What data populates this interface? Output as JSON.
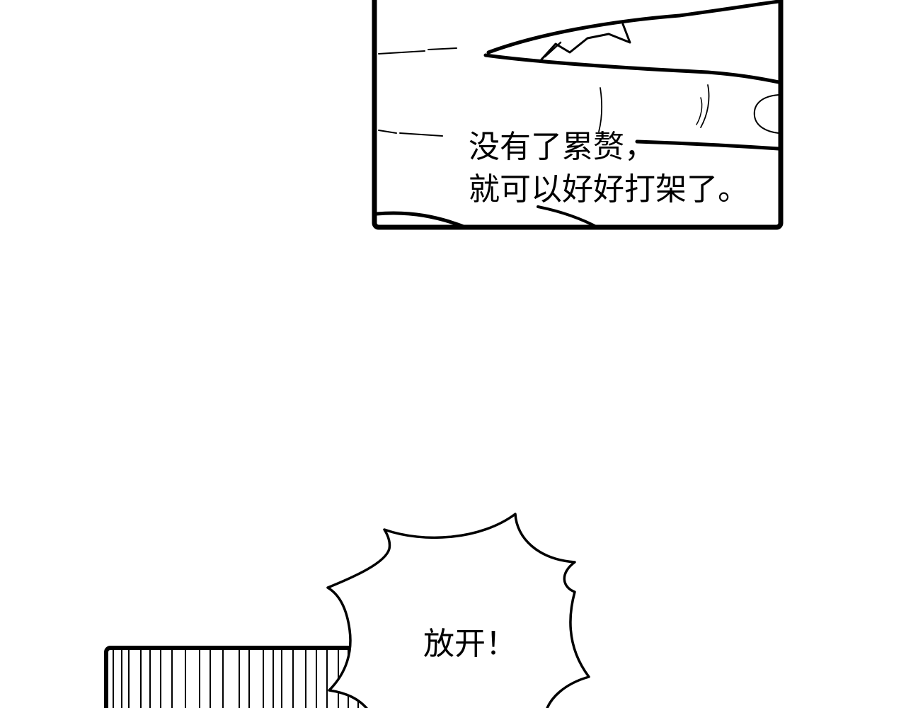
{
  "panel_top": {
    "caption_lines": [
      "没有了累赘，",
      "就可以好好打架了。"
    ]
  },
  "speech_bubble": {
    "text": "放开！"
  },
  "colors": {
    "ink": "#000000",
    "paper": "#ffffff"
  }
}
